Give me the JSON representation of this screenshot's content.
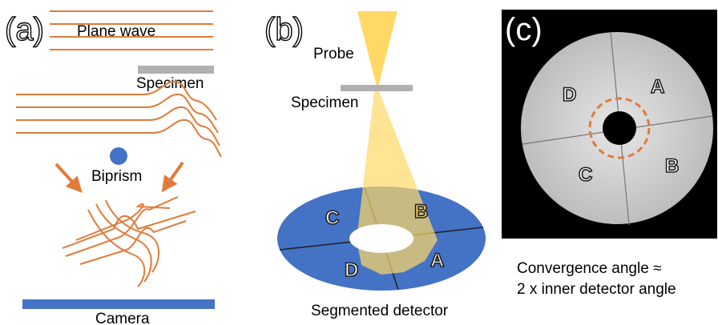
{
  "panel_a": {
    "label": "(a)",
    "plane_wave": "Plane wave",
    "specimen": "Specimen",
    "biprism": "Biprism",
    "camera": "Camera"
  },
  "panel_b": {
    "label": "(b)",
    "probe": "Probe",
    "specimen": "Specimen",
    "detector": "Segmented detector",
    "segments": [
      "A",
      "B",
      "C",
      "D"
    ]
  },
  "panel_c": {
    "label": "(c)",
    "segments": [
      "A",
      "B",
      "C",
      "D"
    ],
    "caption_line1": "Convergence angle ≈",
    "caption_line2": "2 x inner detector angle"
  },
  "colors": {
    "wave": "#e07b39",
    "camera": "#4472c4",
    "detector": "#4472c4",
    "beam": "#ffd966",
    "specimen": "#b0b0b0",
    "biprism": "#4472c4"
  }
}
